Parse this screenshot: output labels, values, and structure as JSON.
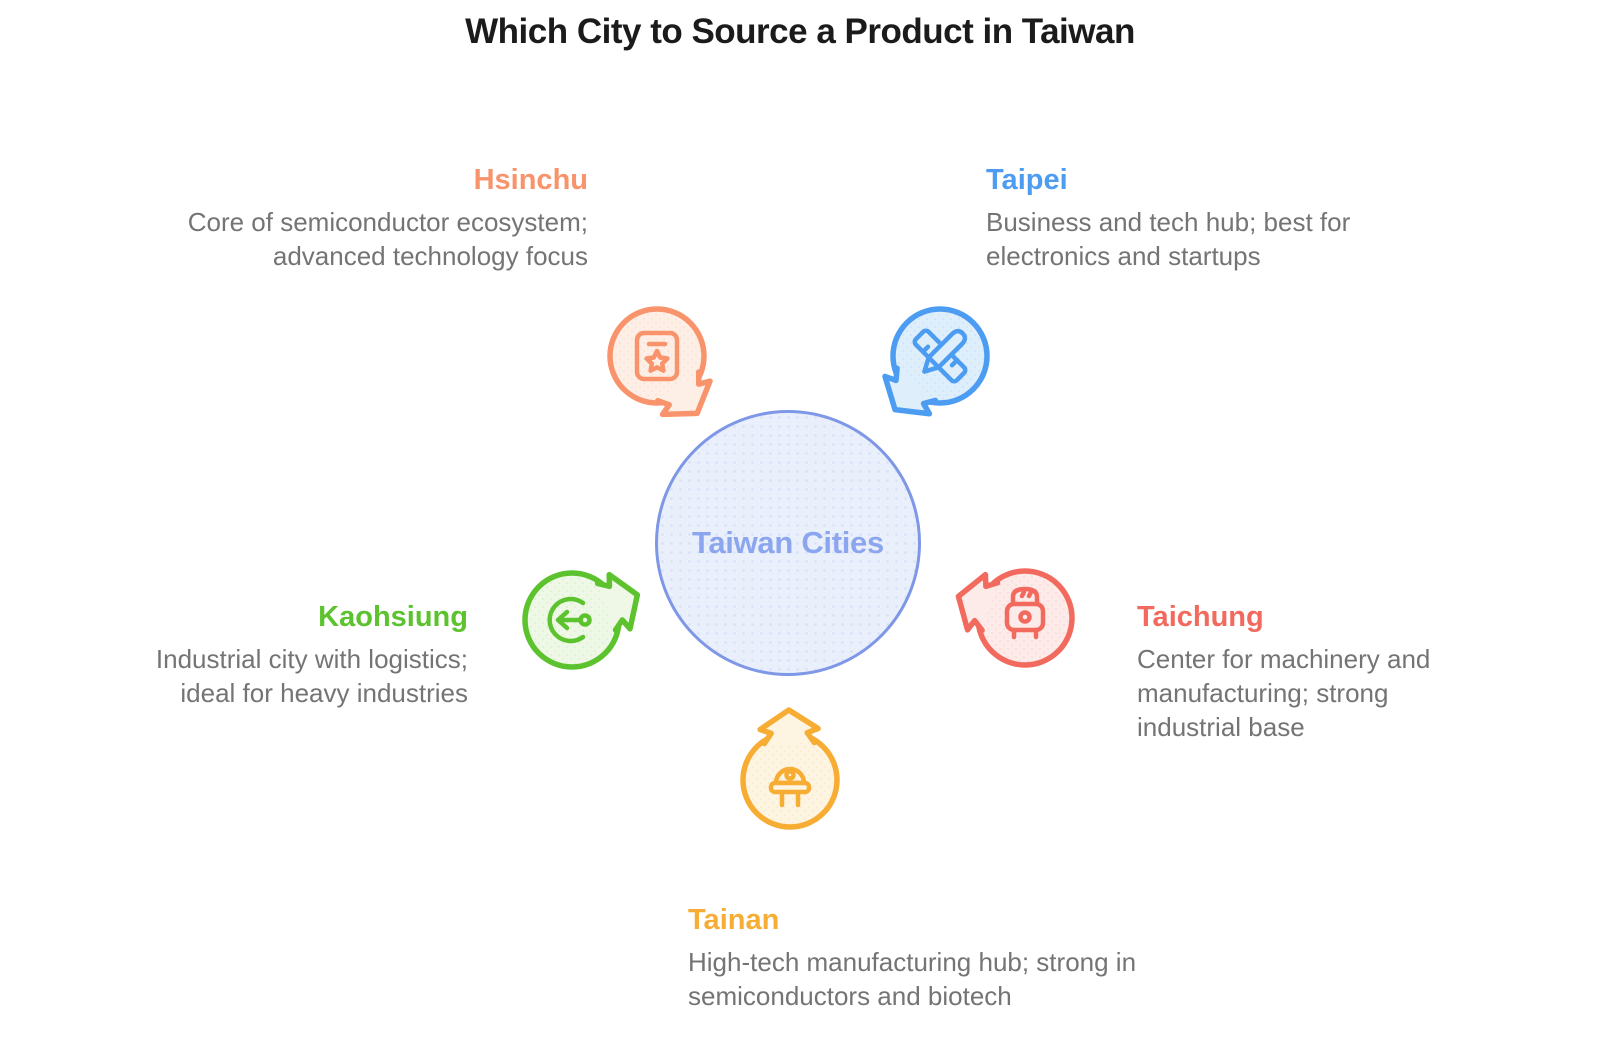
{
  "title": "Which City to Source a Product in Taiwan",
  "center": {
    "label": "Taiwan Cities",
    "border_color": "#7E97E6",
    "fill_color": "#E9EFFB",
    "text_color": "#8CA5EF"
  },
  "description_text_color": "#747474",
  "cities": {
    "hsinchu": {
      "name": "Hsinchu",
      "description": "Core of semiconductor ecosystem;\nadvanced technology focus",
      "color": "#F8936B",
      "tint": "#FDEFE6",
      "icon": "certificate-badge-icon"
    },
    "taipei": {
      "name": "Taipei",
      "description": "Business and tech hub; best for\nelectronics and startups",
      "color": "#4C9CF2",
      "tint": "#DEEEFB",
      "icon": "pencil-ruler-icon"
    },
    "kaohsiung": {
      "name": "Kaohsiung",
      "description": "Industrial city with logistics;\nideal for heavy industries",
      "color": "#5CC32E",
      "tint": "#EFF8E7",
      "icon": "sign-in-arrow-icon"
    },
    "taichung": {
      "name": "Taichung",
      "description": "Center for machinery and\nmanufacturing; strong\nindustrial base",
      "color": "#F26A5E",
      "tint": "#FDEBEA",
      "icon": "toaster-icon"
    },
    "tainan": {
      "name": "Tainan",
      "description": "High-tech manufacturing hub; strong in\nsemiconductors and biotech",
      "color": "#F7AD33",
      "tint": "#FDF5E1",
      "icon": "led-component-icon"
    }
  }
}
